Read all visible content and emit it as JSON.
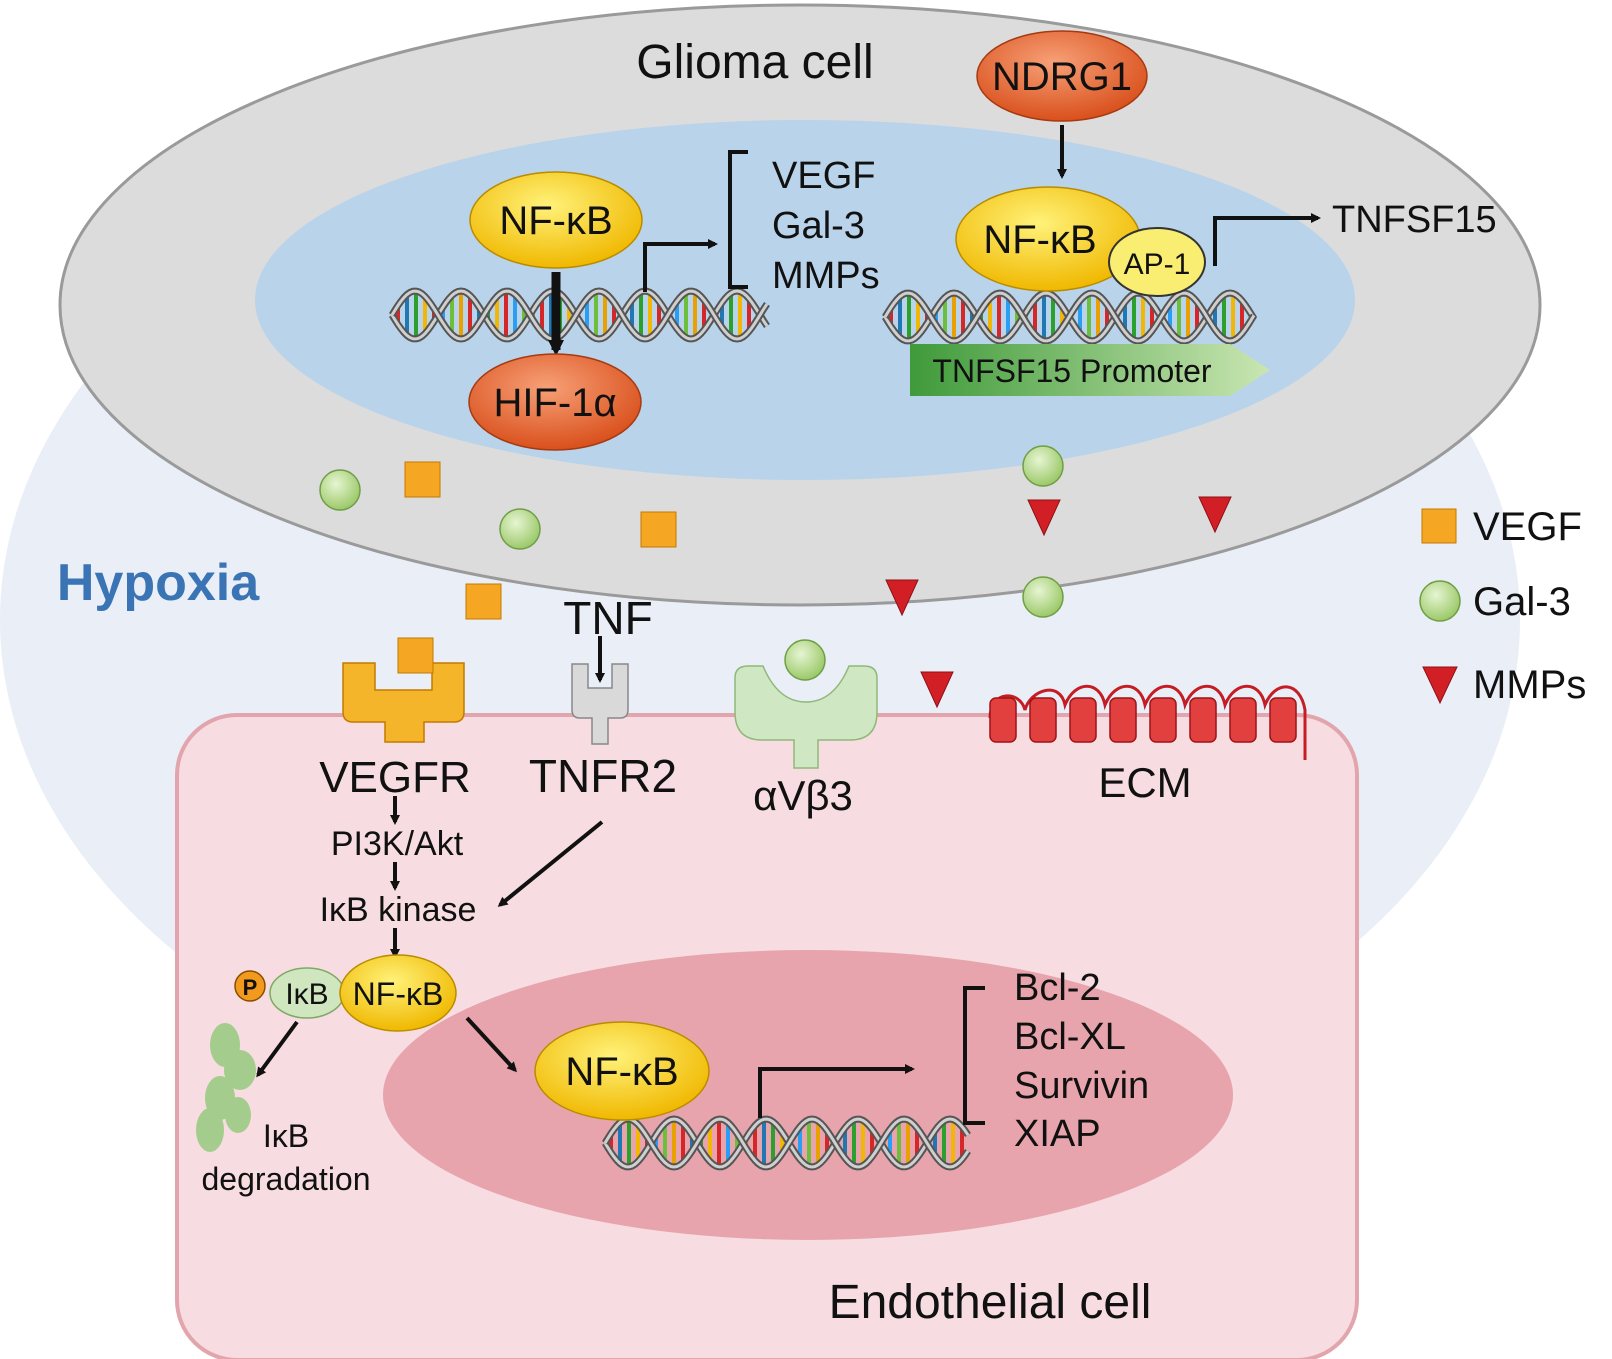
{
  "labels": {
    "glioma_cell": "Glioma cell",
    "endothelial_cell": "Endothelial cell",
    "hypoxia": "Hypoxia",
    "ndrg1": "NDRG1",
    "nfkb": "NF-κB",
    "hif1a": "HIF-1α",
    "ap1": "AP-1",
    "tnfsf15": "TNFSF15",
    "tnfsf15_promoter": "TNFSF15 Promoter",
    "tnf": "TNF",
    "vegfr": "VEGFR",
    "tnfr2": "TNFR2",
    "avb3": "αVβ3",
    "ecm": "ECM",
    "pi3k_akt": "PI3K/Akt",
    "ikb_kinase": "IκB kinase",
    "ikb": "IκB",
    "phospho": "P",
    "ikb_degradation_1": "IκB",
    "ikb_degradation_2": "degradation"
  },
  "glioma_targets": [
    "VEGF",
    "Gal-3",
    "MMPs"
  ],
  "endothelial_targets": [
    "Bcl-2",
    "Bcl-XL",
    "Survivin",
    "XIAP"
  ],
  "legend": [
    {
      "label": "VEGF",
      "icon": "vegf-square-icon",
      "color": "#f5a623"
    },
    {
      "label": "Gal-3",
      "icon": "gal3-circle-icon",
      "color": "#b5d98a"
    },
    {
      "label": "MMPs",
      "icon": "mmp-triangle-icon",
      "color": "#d21f26"
    }
  ],
  "colors": {
    "hypoxia_region": "#e8edf6",
    "glioma_cell": "#dcdcdc",
    "glioma_nucleus": "#b9d3ea",
    "endothelial_cell": "#f7dde1",
    "endothelial_nucleus": "#e9a3ac",
    "nfkb": "#f7cc1e",
    "hif_ndrg": "#e2642b",
    "promoter": "#5aa83e"
  }
}
